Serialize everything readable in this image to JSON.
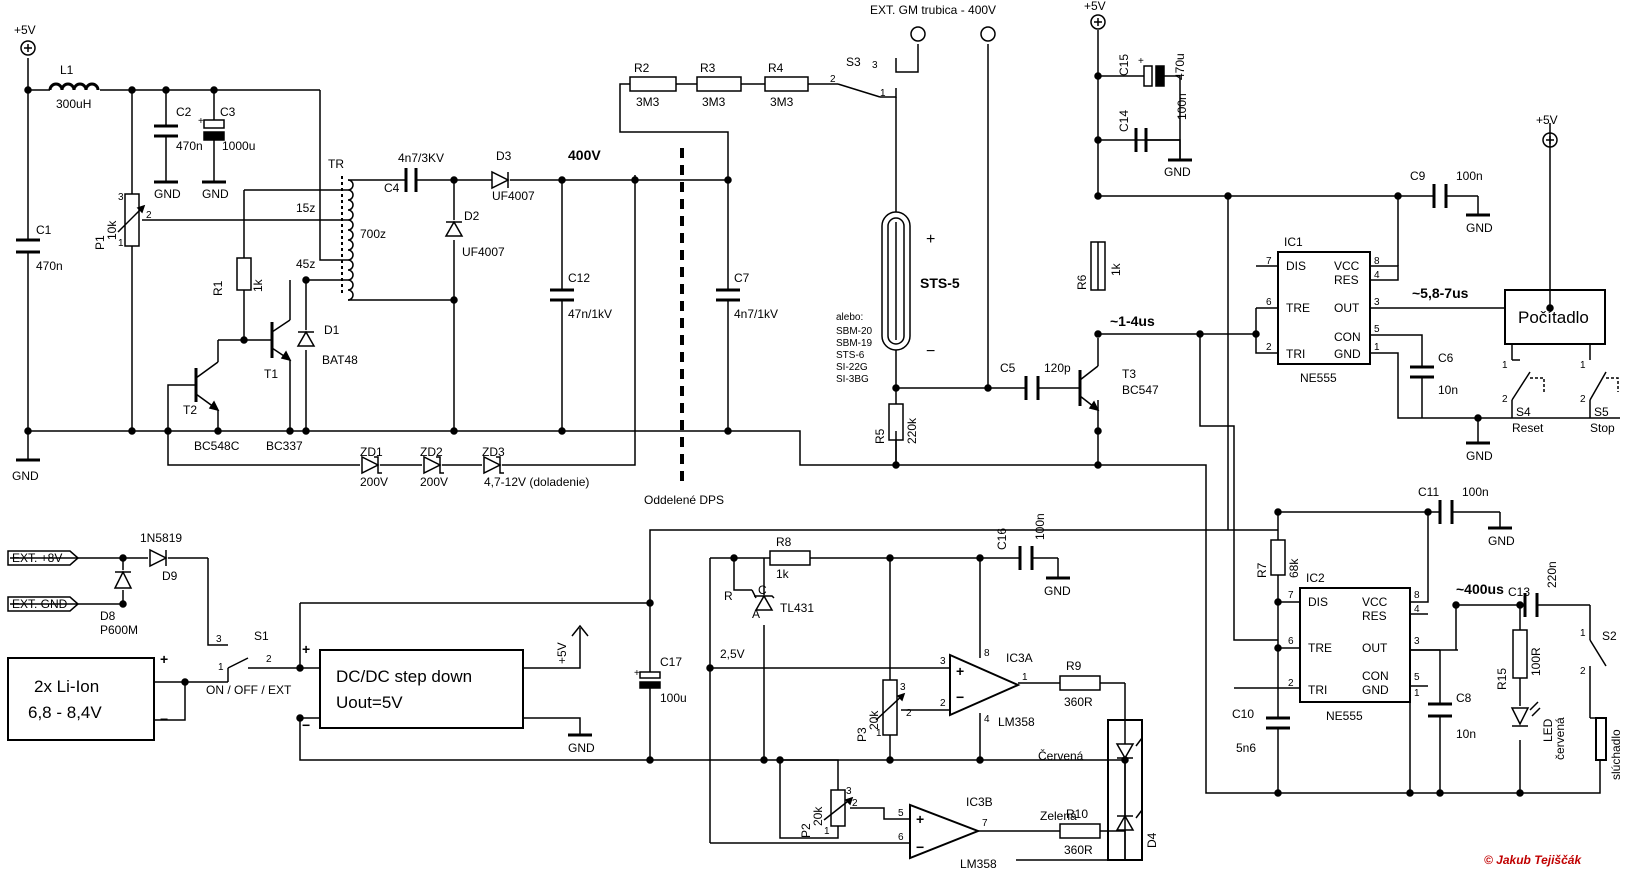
{
  "title": "EXT. GM trubica - 400V",
  "credit": "© Jakub Tejiščák",
  "labels": {
    "v5_a": "+5V",
    "v5_b": "+5V",
    "v5_c": "+5V",
    "v5_out": "+5V",
    "gnd": "GND",
    "v400": "400V",
    "oddelene": "Oddelené DPS",
    "pulse1": "~1-4us",
    "pulse2": "~5,8-7us",
    "pulse3": "~400us",
    "ext8": "EXT. +8V",
    "extgnd": "EXT. GND",
    "battery1": "2x Li-Ion",
    "battery2": "6,8 - 8,4V",
    "dcdc1": "DC/DC step down",
    "dcdc2": "Uout=5V",
    "counter": "Počítadlo",
    "s1": "ON / OFF / EXT",
    "s4": "Reset",
    "s5": "Stop",
    "s2": "S2",
    "speaker": "slúchadlo",
    "alebo": "alebo:",
    "alt": [
      "SBM-20",
      "SBM-19",
      "STS-6",
      "SI-22G",
      "SI-3BG"
    ],
    "tube": "STS-5",
    "v25": "2,5V",
    "red": "Červená",
    "green": "Zelená",
    "tr": "TR",
    "w15": "15z",
    "w45": "45z",
    "w700": "700z",
    "zd3note": "4,7-12V (doladenie)",
    "led": "LED",
    "ledred": "červená"
  },
  "icpins": {
    "dis": "DIS",
    "vcc": "VCC",
    "res": "RES",
    "tre": "TRE",
    "out": "OUT",
    "con": "CON",
    "tri": "TRI",
    "gnd": "GND"
  },
  "components": {
    "L1": {
      "ref": "L1",
      "value": "300uH"
    },
    "C1": {
      "ref": "C1",
      "value": "470n"
    },
    "C2": {
      "ref": "C2",
      "value": "470n"
    },
    "C3": {
      "ref": "C3",
      "value": "1000u"
    },
    "P1": {
      "ref": "P1",
      "value": "10k"
    },
    "R1": {
      "ref": "R1",
      "value": "1k"
    },
    "T1": {
      "ref": "T1",
      "value": "BC337"
    },
    "T2": {
      "ref": "T2",
      "value": "BC548C"
    },
    "D1": {
      "ref": "D1",
      "value": "BAT48"
    },
    "C4": {
      "ref": "C4",
      "value": "4n7/3KV"
    },
    "D2": {
      "ref": "D2",
      "value": "UF4007"
    },
    "D3": {
      "ref": "D3",
      "value": "UF4007"
    },
    "C12": {
      "ref": "C12",
      "value": "47n/1kV"
    },
    "C7": {
      "ref": "C7",
      "value": "4n7/1kV"
    },
    "ZD1": {
      "ref": "ZD1",
      "value": "200V"
    },
    "ZD2": {
      "ref": "ZD2",
      "value": "200V"
    },
    "ZD3": {
      "ref": "ZD3"
    },
    "R2": {
      "ref": "R2",
      "value": "3M3"
    },
    "R3": {
      "ref": "R3",
      "value": "3M3"
    },
    "R4": {
      "ref": "R4",
      "value": "3M3"
    },
    "S3": {
      "ref": "S3"
    },
    "R5": {
      "ref": "R5",
      "value": "220k"
    },
    "C5": {
      "ref": "C5",
      "value": "120p"
    },
    "T3": {
      "ref": "T3",
      "value": "BC547"
    },
    "R6": {
      "ref": "R6",
      "value": "1k"
    },
    "C15": {
      "ref": "C15",
      "value": "470u"
    },
    "C14": {
      "ref": "C14",
      "value": "100n"
    },
    "C9": {
      "ref": "C9",
      "value": "100n"
    },
    "IC1": {
      "ref": "IC1",
      "value": "NE555"
    },
    "C6": {
      "ref": "C6",
      "value": "10n"
    },
    "S4": {
      "ref": "S4"
    },
    "S5": {
      "ref": "S5"
    },
    "C11": {
      "ref": "C11",
      "value": "100n"
    },
    "R7": {
      "ref": "R7",
      "value": "68k"
    },
    "IC2": {
      "ref": "IC2",
      "value": "NE555"
    },
    "C10": {
      "ref": "C10",
      "value": "5n6"
    },
    "C8": {
      "ref": "C8",
      "value": "10n"
    },
    "C13": {
      "ref": "C13",
      "value": "220n"
    },
    "R15": {
      "ref": "R15",
      "value": "100R"
    },
    "D9": {
      "ref": "D9",
      "value": "1N5819"
    },
    "D8": {
      "ref": "D8",
      "value": "P600M"
    },
    "S1": {
      "ref": "S1"
    },
    "C17": {
      "ref": "C17",
      "value": "100u"
    },
    "R8": {
      "ref": "R8",
      "value": "1k"
    },
    "TL431": {
      "ref": "TL431",
      "r": "R",
      "a": "A",
      "c": "C"
    },
    "C16": {
      "ref": "C16",
      "value": "100n"
    },
    "IC3A": {
      "ref": "IC3A",
      "value": "LM358"
    },
    "IC3B": {
      "ref": "IC3B",
      "value": "LM358"
    },
    "P3": {
      "ref": "P3",
      "value": "20k"
    },
    "P2": {
      "ref": "P2",
      "value": "20k"
    },
    "R9": {
      "ref": "R9",
      "value": "360R"
    },
    "R10": {
      "ref": "R10",
      "value": "360R"
    },
    "D4": {
      "ref": "D4"
    }
  },
  "pins": {
    "p1": "1",
    "p2": "2",
    "p3": "3",
    "p4": "4",
    "p5": "5",
    "p6": "6",
    "p7": "7",
    "p8": "8",
    "plus": "+",
    "minus": "−"
  },
  "colors": {
    "ink": "#000000",
    "credit": "#c00000",
    "background": "#ffffff"
  }
}
